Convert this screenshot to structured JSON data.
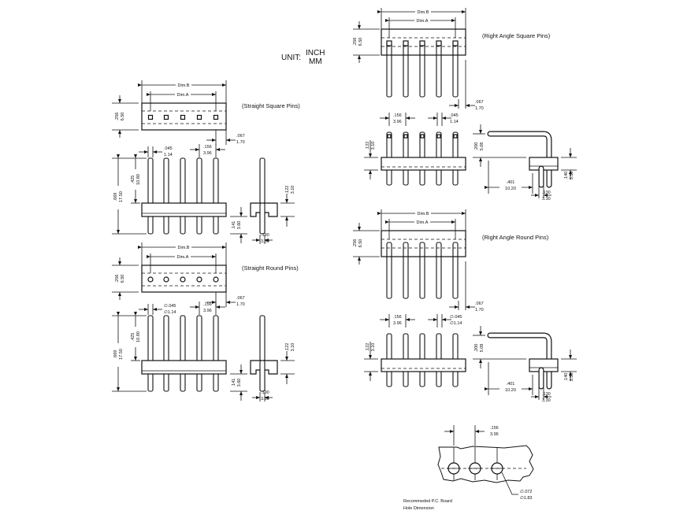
{
  "unit": {
    "label": "UNIT:",
    "inch": "INCH",
    "mm": "MM"
  },
  "dim_b": "Dim.B",
  "dim_a": "Dim.A",
  "titles": {
    "straight_square": "(Straight Square Pins)",
    "straight_round": "(Straight Round Pins)",
    "right_angle_square": "(Right Angle Square Pins)",
    "right_angle_round": "(Right Angle Round Pins)"
  },
  "d": {
    "h256": [
      ".256",
      "6.50"
    ],
    "off067": [
      ".067",
      "1.70"
    ],
    "pin045": [
      ".045",
      "1.14"
    ],
    "rpin045": [
      "∅.045",
      "∅1.14"
    ],
    "pitch156": [
      ".156",
      "3.96"
    ],
    "len669": [
      ".669",
      "17.50"
    ],
    "len425": [
      ".425",
      "10.80"
    ],
    "h122": [
      ".122",
      "3.10"
    ],
    "h141": [
      ".141",
      "3.60"
    ],
    "w130": [
      ".130",
      "3.30"
    ],
    "h200": [
      ".200",
      "5.08"
    ],
    "l401": [
      ".401",
      "10.20"
    ],
    "h140": [
      ".140",
      "3.55"
    ],
    "hole072": [
      "∅.072",
      "∅1.83"
    ]
  },
  "pcb": {
    "line1": "Recommeded P.C. Board",
    "line2": "Hole Dimension"
  }
}
